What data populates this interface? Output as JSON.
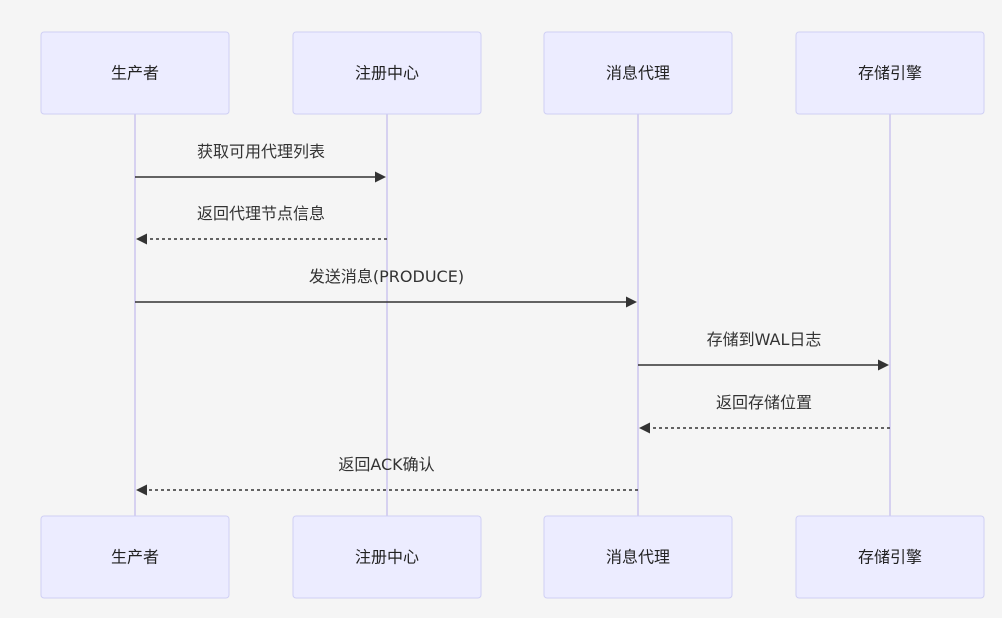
{
  "diagram": {
    "type": "sequence",
    "participants": [
      {
        "id": "producer",
        "label": "生产者"
      },
      {
        "id": "registry",
        "label": "注册中心"
      },
      {
        "id": "broker",
        "label": "消息代理"
      },
      {
        "id": "storage",
        "label": "存储引擎"
      }
    ],
    "messages": [
      {
        "from": "producer",
        "to": "registry",
        "label": "获取可用代理列表",
        "style": "solid"
      },
      {
        "from": "registry",
        "to": "producer",
        "label": "返回代理节点信息",
        "style": "dashed"
      },
      {
        "from": "producer",
        "to": "broker",
        "label": "发送消息(PRODUCE)",
        "style": "solid"
      },
      {
        "from": "broker",
        "to": "storage",
        "label": "存储到WAL日志",
        "style": "solid"
      },
      {
        "from": "storage",
        "to": "broker",
        "label": "返回存储位置",
        "style": "dashed"
      },
      {
        "from": "broker",
        "to": "producer",
        "label": "返回ACK确认",
        "style": "dashed"
      }
    ],
    "colors": {
      "background": "#f5f5f5",
      "actor_fill": "#ececff",
      "actor_border": "#cfcff4",
      "lifeline": "#d6d1f0",
      "arrow": "#333333",
      "text": "#222222"
    }
  }
}
